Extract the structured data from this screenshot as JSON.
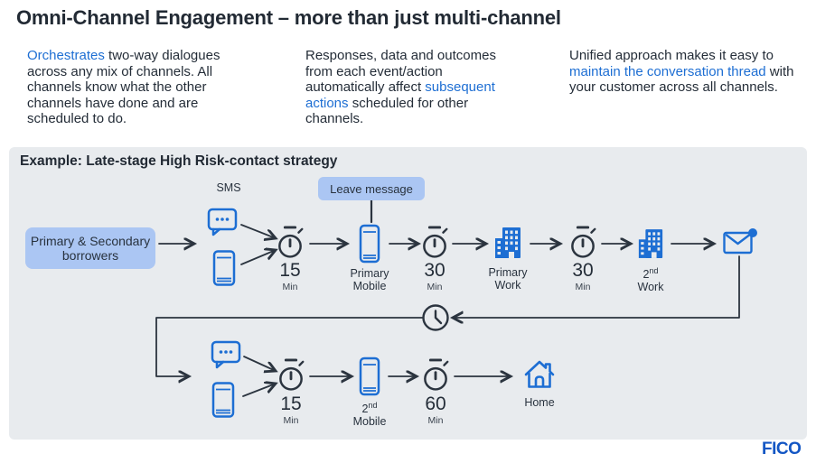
{
  "page": {
    "title": "Omni-Channel Engagement – more than just multi-channel"
  },
  "intro": {
    "col1": {
      "link": "Orchestrates",
      "text": " two-way dialogues across any mix of channels. All channels know what the other channels have done and are scheduled to do."
    },
    "col2": {
      "pre": "Responses, data and outcomes from each event/action automatically affect ",
      "link": "subsequent actions",
      "post": " scheduled for other channels."
    },
    "col3": {
      "pre": "Unified approach makes it easy to ",
      "link": "maintain the conversation thread",
      "post": " with your customer across all channels."
    }
  },
  "diagram": {
    "heading": "Example: Late-stage High Risk-contact strategy",
    "start_box": {
      "line1": "Primary & Secondary",
      "line2": "borrowers"
    },
    "sms_label": "SMS",
    "callout": "Leave message",
    "row1": {
      "timer_15": {
        "value": "15",
        "unit": "Min"
      },
      "primary_mobile": {
        "line1": "Primary",
        "line2": "Mobile"
      },
      "timer_30a": {
        "value": "30",
        "unit": "Min"
      },
      "primary_work": {
        "line1": "Primary",
        "line2": "Work"
      },
      "timer_30b": {
        "value": "30",
        "unit": "Min"
      },
      "second_work": {
        "num": "2",
        "sup": "nd",
        "line2": "Work"
      }
    },
    "row2": {
      "timer_15": {
        "value": "15",
        "unit": "Min"
      },
      "second_mobile": {
        "num": "2",
        "sup": "nd",
        "line2": "Mobile"
      },
      "timer_60": {
        "value": "60",
        "unit": "Min"
      },
      "home_label": "Home"
    }
  },
  "footer": {
    "logo": "FICO"
  },
  "icons": [
    "sms-bubble-icon",
    "mobile-phone-icon",
    "stopwatch-icon",
    "office-building-icon",
    "email-notification-icon",
    "clock-icon",
    "home-icon"
  ],
  "colors": {
    "accent_blue": "#1d6ed3",
    "light_blue_fill": "#abc6f3",
    "panel_bg": "#e8ebee",
    "dark": "#2b343f",
    "logo_blue": "#1356c4"
  }
}
